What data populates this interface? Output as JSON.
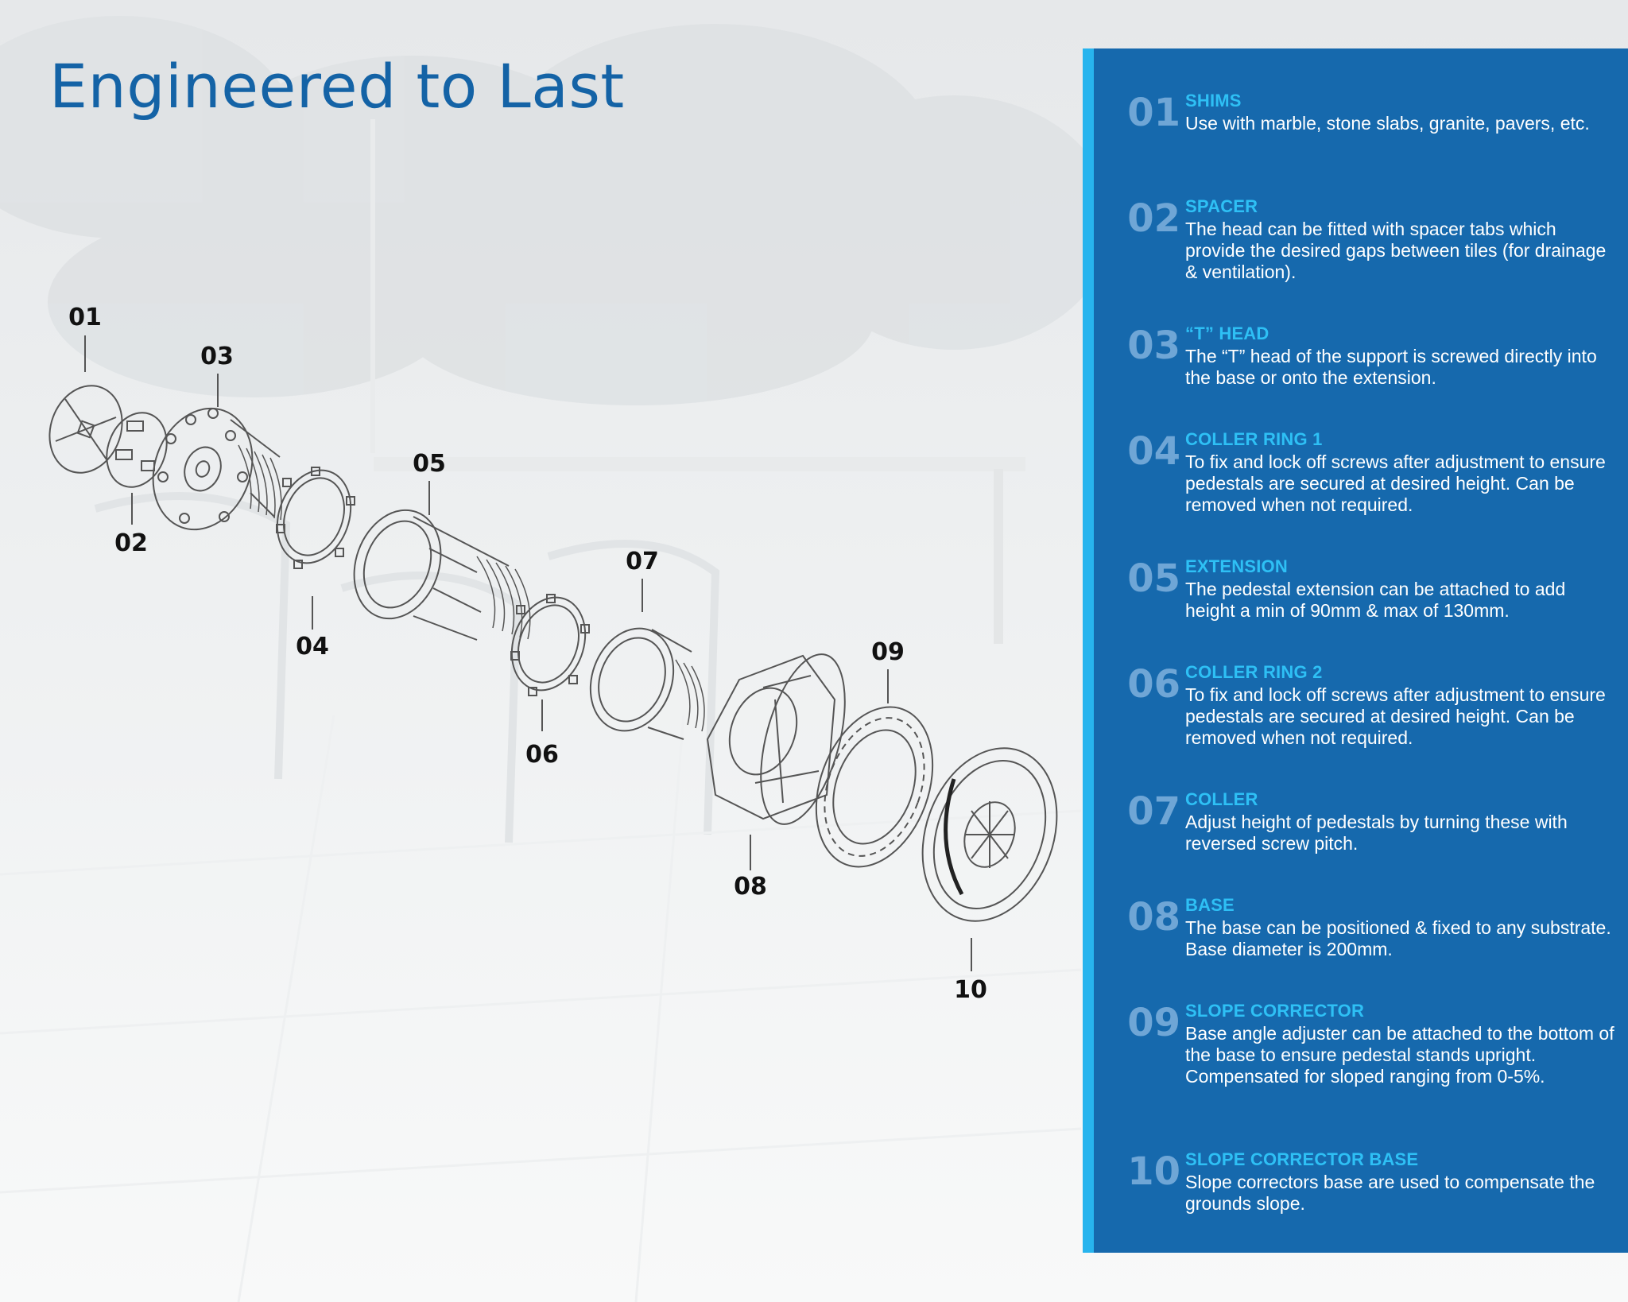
{
  "page": {
    "title": "Engineered to Last"
  },
  "diagram": {
    "callouts": [
      "01",
      "02",
      "03",
      "04",
      "05",
      "06",
      "07",
      "08",
      "09",
      "10"
    ]
  },
  "components": [
    {
      "num": "01",
      "heading": "SHIMS",
      "description": "Use with marble, stone slabs, granite, pavers, etc."
    },
    {
      "num": "02",
      "heading": "SPACER",
      "description": "The head can be fitted with spacer tabs which provide the desired gaps between tiles (for drainage & ventilation)."
    },
    {
      "num": "03",
      "heading": "“T” HEAD",
      "description": "The “T” head of the support is screwed directly into the base or onto the extension."
    },
    {
      "num": "04",
      "heading": "COLLER RING 1",
      "description": "To fix and lock off screws after adjustment to ensure pedestals are secured at desired height. Can be removed when not required."
    },
    {
      "num": "05",
      "heading": "EXTENSION",
      "description": "The pedestal extension can be attached to add height a min of 90mm & max of 130mm."
    },
    {
      "num": "06",
      "heading": "COLLER RING 2",
      "description": "To fix and lock off screws after adjustment to ensure pedestals are secured at desired height. Can be removed when not required."
    },
    {
      "num": "07",
      "heading": "COLLER",
      "description": "Adjust height of pedestals by turning these with reversed screw pitch."
    },
    {
      "num": "08",
      "heading": "BASE",
      "description": "The base can be positioned & fixed to any substrate. Base diameter is 200mm."
    },
    {
      "num": "09",
      "heading": "SLOPE CORRECTOR",
      "description": "Base angle adjuster can be attached to the bottom of the base to ensure pedestal stands upright. Compensated for sloped ranging from 0-5%."
    },
    {
      "num": "10",
      "heading": "SLOPE CORRECTOR BASE",
      "description": "Slope correctors base are used to compensate the grounds slope."
    }
  ],
  "colors": {
    "title": "#1463a6",
    "panel": "#1669ad",
    "accent": "#27b4ee",
    "heading": "#2ec0f5",
    "number": "#6fa6d6"
  }
}
